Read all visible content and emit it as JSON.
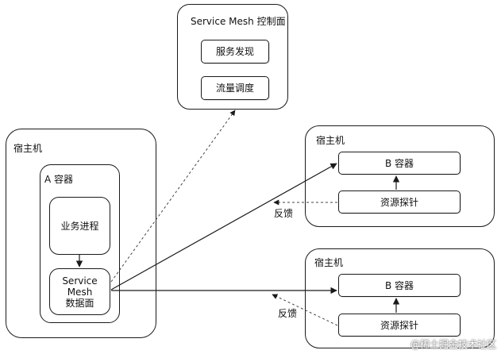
{
  "control_plane": {
    "title": "Service Mesh 控制面",
    "service_discovery": "服务发现",
    "traffic_scheduling": "流量调度"
  },
  "host_left": {
    "title": "宿主机",
    "container": {
      "title": "A 容器",
      "business_process": "业务进程",
      "mesh_data_plane": [
        "Service",
        "Mesh",
        "数据面"
      ]
    }
  },
  "host_right_top": {
    "title": "宿主机",
    "container": "B 容器",
    "probe": "资源探针",
    "feedback": "反馈"
  },
  "host_right_bottom": {
    "title": "宿主机",
    "container": "B 容器",
    "probe": "资源探针",
    "feedback": "反馈"
  },
  "watermark": "@稀土掘金技术社区",
  "colors": {
    "line": "#1a1a1a",
    "dashed": "#444444"
  }
}
